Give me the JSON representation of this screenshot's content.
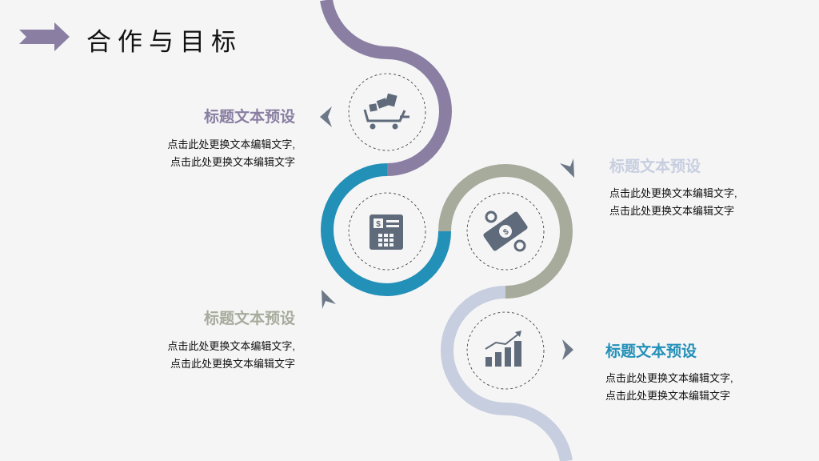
{
  "page_title": "合作与目标",
  "items": [
    {
      "title": "标题文本预设",
      "line1": "点击此处更换文本编辑文字,",
      "line2": "点击此处更换文本编辑文字",
      "color": "#8a7fa2"
    },
    {
      "title": "标题文本预设",
      "line1": "点击此处更换文本编辑文字,",
      "line2": "点击此处更换文本编辑文字",
      "color": "#c7cedf"
    },
    {
      "title": "标题文本预设",
      "line1": "点击此处更换文本编辑文字,",
      "line2": "点击此处更换文本编辑文字",
      "color": "#a7ab9c"
    },
    {
      "title": "标题文本预设",
      "line1": "点击此处更换文本编辑文字,",
      "line2": "点击此处更换文本编辑文字",
      "color": "#2390b8"
    }
  ],
  "colors": {
    "purple": "#8a7fa2",
    "blue": "#2390b8",
    "sage": "#a7ab9c",
    "light": "#c7cedf",
    "icon": "#5f6b7a"
  },
  "icons": [
    "cart-icon",
    "atm-icon",
    "money-icon",
    "growth-chart-icon"
  ]
}
